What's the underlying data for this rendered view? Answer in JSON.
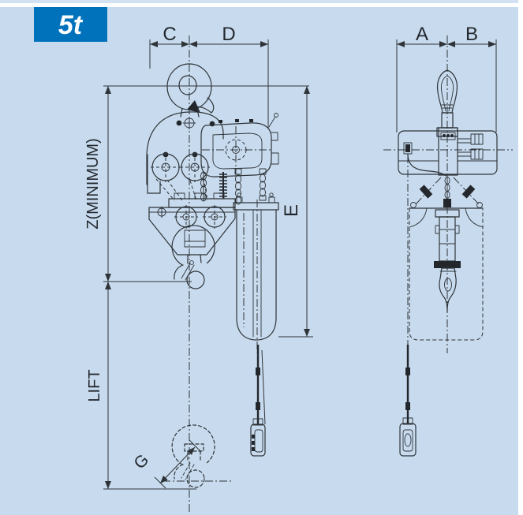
{
  "badge": {
    "label": "5t"
  },
  "colors": {
    "background": "#c8dbee",
    "top_strip_blue": "#d3e2f2",
    "top_strip_white": "#ffffff",
    "badge_blue": "#0072bc",
    "line": "#2e3338",
    "label_text": "#23282e"
  },
  "labels": {
    "c": "C",
    "d": "D",
    "a": "A",
    "b": "B",
    "e": "E",
    "g": "G",
    "z_minimum": "Z(MINIMUM)",
    "lift": "LIFT"
  }
}
